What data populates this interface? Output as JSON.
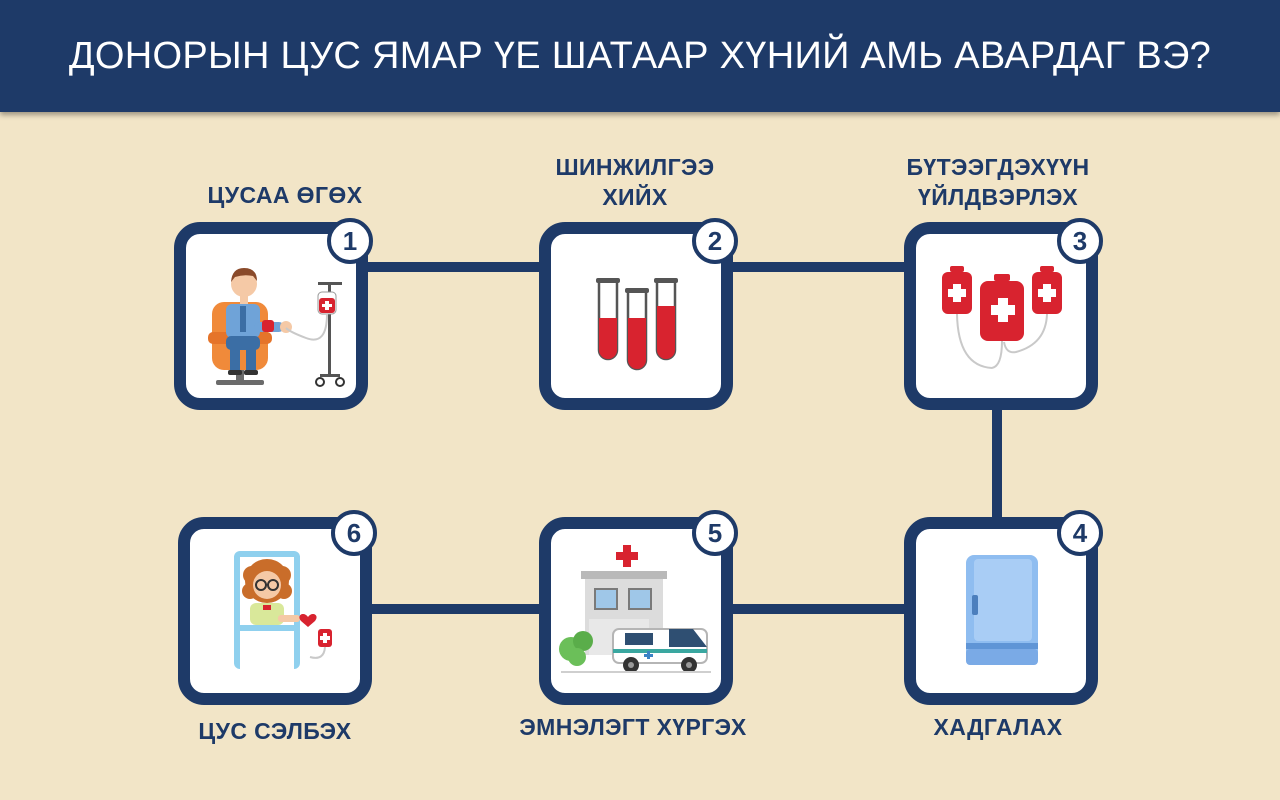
{
  "header": {
    "title": "ДОНОРЫН ЦУС ЯМАР ҮЕ ШАТААР ХҮНИЙ АМЬ АВАРДАГ ВЭ?"
  },
  "colors": {
    "primary": "#1e3a68",
    "background": "#f2e5c7",
    "blood": "#d8232f",
    "fridge": "#8fbdf0"
  },
  "steps": [
    {
      "number": "1",
      "label_line1": "ЦУСАА ӨГӨХ",
      "label_line2": "",
      "icon": "blood-donor-icon"
    },
    {
      "number": "2",
      "label_line1": "ШИНЖИЛГЭЭ",
      "label_line2": "ХИЙХ",
      "icon": "test-tubes-icon"
    },
    {
      "number": "3",
      "label_line1": "БҮТЭЭГДЭХҮҮН",
      "label_line2": "ҮЙЛДВЭРЛЭХ",
      "icon": "blood-bags-icon"
    },
    {
      "number": "4",
      "label_line1": "ХАДГАЛАХ",
      "label_line2": "",
      "icon": "refrigerator-icon"
    },
    {
      "number": "5",
      "label_line1": "ЭМНЭЛЭГТ ХҮРГЭХ",
      "label_line2": "",
      "icon": "hospital-ambulance-icon"
    },
    {
      "number": "6",
      "label_line1": "ЦУС СЭЛБЭХ",
      "label_line2": "",
      "icon": "patient-transfusion-icon"
    }
  ]
}
